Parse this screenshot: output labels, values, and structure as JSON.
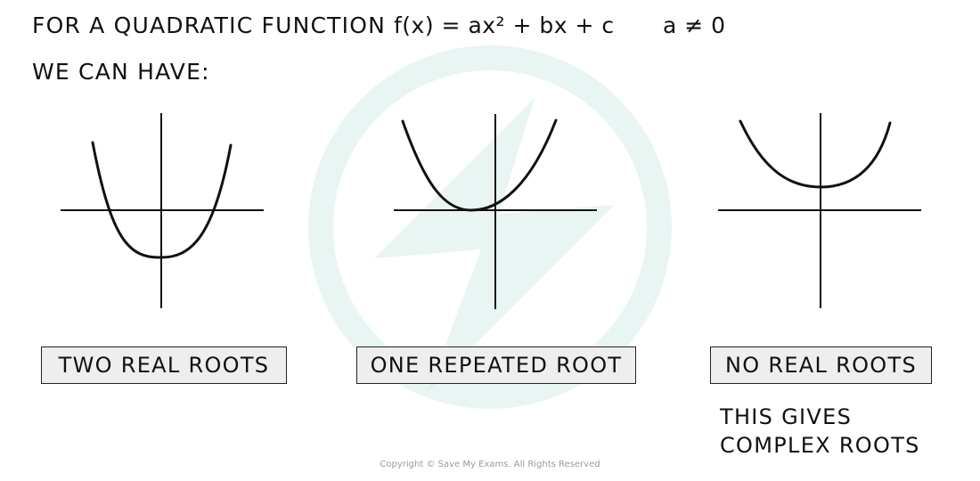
{
  "heading": {
    "line1": "FOR A QUADRATIC FUNCTION",
    "formula": "f(x) = ax² + bx + c",
    "condition": "a ≠ 0",
    "line2": "WE CAN HAVE:"
  },
  "cases": [
    {
      "label": "TWO REAL ROOTS"
    },
    {
      "label": "ONE REPEATED ROOT"
    },
    {
      "label": "NO REAL ROOTS",
      "note_line1": "THIS GIVES",
      "note_line2": "COMPLEX ROOTS"
    }
  ],
  "footer": {
    "copyright": "Copyright © Save My Exams. All Rights Reserved"
  },
  "colors": {
    "ink": "#111111",
    "label_fill": "#eeeeee",
    "watermark": "#cfe9e2"
  }
}
